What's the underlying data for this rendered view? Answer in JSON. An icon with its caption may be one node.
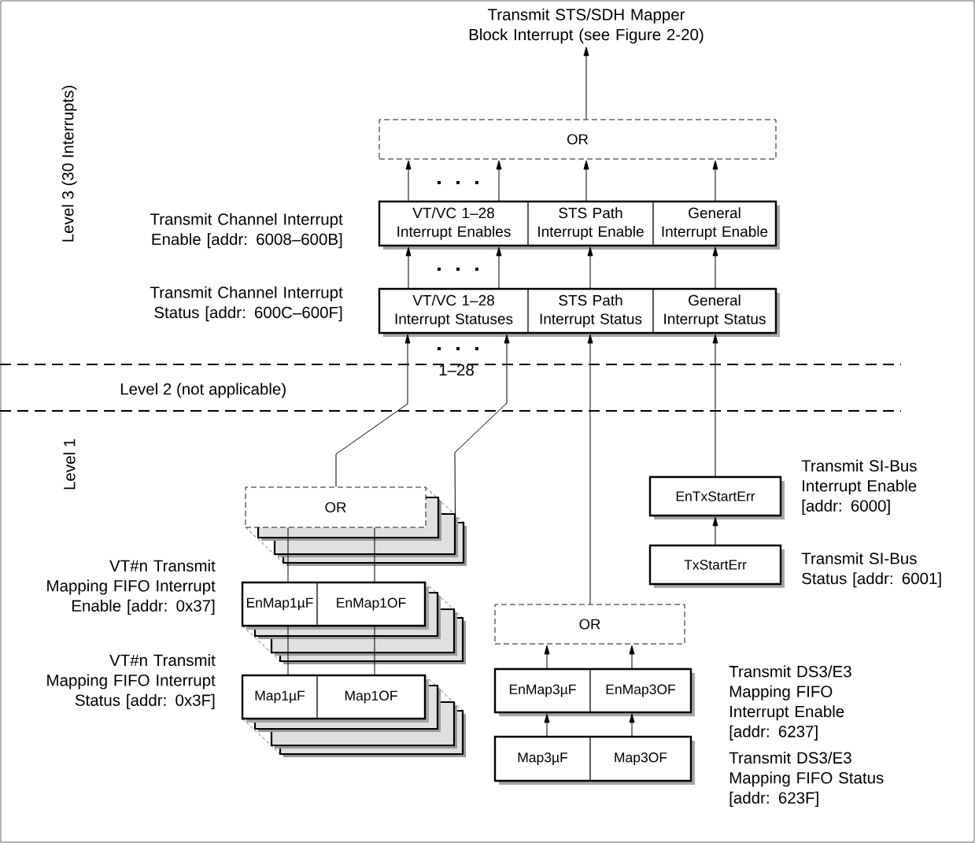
{
  "diagram": {
    "nodes": [
      {
        "text": [
          "Transmit STS/SDH Mapper Block Interrupt (see Figure 2-20)"
        ]
      },
      {
        "text": [
          "OR"
        ]
      },
      {
        "text": [
          "VT/VC 1–28 Interrupt Enables"
        ]
      },
      {
        "text": [
          "STS Path Interrupt Enable"
        ]
      },
      {
        "text": [
          "General Interrupt Enable"
        ]
      },
      {
        "text": [
          "VT/VC 1–28 Interrupt Statuses"
        ]
      },
      {
        "text": [
          "STS Path Interrupt Status"
        ]
      },
      {
        "text": [
          "General Interrupt Status"
        ]
      },
      {
        "text": [
          "OR"
        ]
      },
      {
        "text": [
          "EnMap1µF"
        ]
      },
      {
        "text": [
          "EnMap1OF"
        ]
      },
      {
        "text": [
          "Map1µF"
        ]
      },
      {
        "text": [
          "Map1OF"
        ]
      },
      {
        "text": [
          "OR"
        ]
      },
      {
        "text": [
          "EnMap3µF"
        ]
      },
      {
        "text": [
          "EnMap3OF"
        ]
      },
      {
        "text": [
          "Map3µF"
        ]
      },
      {
        "text": [
          "Map3OF"
        ]
      },
      {
        "text": [
          "EnTxStartErr"
        ]
      },
      {
        "text": [
          "TxStartErr"
        ]
      }
    ],
    "edges": [
      {
        "from": 1,
        "to": 0,
        "arrow": "to"
      },
      {
        "from": 2,
        "to": 1,
        "arrow": "to"
      },
      {
        "from": 2,
        "to": 1,
        "arrow": "to"
      },
      {
        "from": 3,
        "to": 1,
        "arrow": "to"
      },
      {
        "from": 4,
        "to": 1,
        "arrow": "to"
      },
      {
        "from": 5,
        "to": 2,
        "arrow": "to"
      },
      {
        "from": 5,
        "to": 2,
        "arrow": "to"
      },
      {
        "from": 6,
        "to": 3,
        "arrow": "to"
      },
      {
        "from": 7,
        "to": 4,
        "arrow": "to"
      },
      {
        "from": 8,
        "to": 5,
        "arrow": "to"
      },
      {
        "from": 8,
        "to": 5,
        "arrow": "to"
      },
      {
        "from": 13,
        "to": 6,
        "arrow": "to"
      },
      {
        "from": 18,
        "to": 7,
        "arrow": "to"
      },
      {
        "from": 19,
        "to": 18,
        "arrow": "to"
      },
      {
        "from": 9,
        "to": 8,
        "arrow": "none"
      },
      {
        "from": 10,
        "to": 8,
        "arrow": "none"
      },
      {
        "from": 11,
        "to": 9,
        "arrow": "none"
      },
      {
        "from": 12,
        "to": 10,
        "arrow": "none"
      },
      {
        "from": 14,
        "to": 13,
        "arrow": "to"
      },
      {
        "from": 15,
        "to": 13,
        "arrow": "to"
      },
      {
        "from": 16,
        "to": 14,
        "arrow": "to"
      },
      {
        "from": 17,
        "to": 15,
        "arrow": "to"
      }
    ],
    "labels": [
      "Level 3 (30 Interrupts)",
      "Transmit Channel Interrupt Enable [addr: 6008–600B]",
      "Transmit Channel Interrupt Status [addr: 600C–600F]",
      "1–28",
      "Level 2 (not applicable)",
      "Transmit SI-Bus Interrupt Enable [addr: 6000]",
      "Level 1",
      "Transmit SI-Bus Status [addr: 6001]",
      "VT#n Transmit Mapping FIFO Interrupt Enable [addr: 0x37]",
      "VT#n Transmit Mapping FIFO Interrupt Status [addr: 0x3F]",
      "Transmit DS3/E3 Mapping FIFO Interrupt Enable [addr: 6237]",
      "Transmit DS3/E3 Mapping FIFO Status [addr: 623F]"
    ]
  }
}
